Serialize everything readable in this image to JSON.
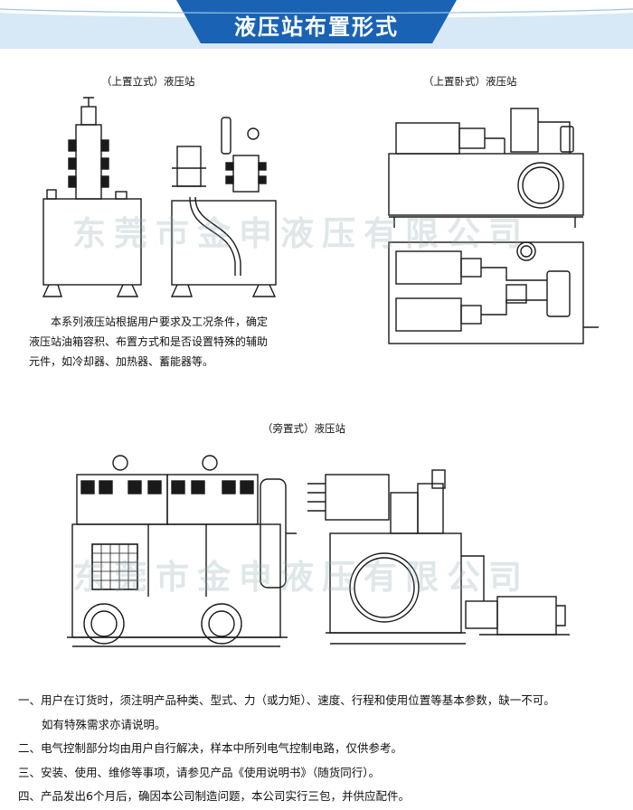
{
  "header": {
    "title": "液压站布置形式"
  },
  "captions": {
    "upright": "（上置立式）液压站",
    "horizontal": "（上置卧式）液压站",
    "side": "（旁置式）液压站"
  },
  "intro": [
    "本系列液压站根据用户要求及工况条件，确定",
    "液压站油箱容积、布置方式和是否设置特殊的辅助",
    "元件，如冷却器、加热器、蓄能器等。"
  ],
  "watermark": "东莞市金申液压有限公司",
  "notes": [
    {
      "num": "一、",
      "text": "用户在订货时，须注明产品种类、型式、力（或力矩）、速度、行程和使用位置等基本参数，缺一不可。",
      "cont": "如有特殊需求亦请说明。"
    },
    {
      "num": "二、",
      "text": "电气控制部分均由用户自行解决，样本中所列电气控制电路，仅供参考。"
    },
    {
      "num": "三、",
      "text": "安装、使用、维修等事项，请参见产品《使用说明书》（随货同行）。"
    },
    {
      "num": "四、",
      "text": "产品发出6个月后，确因本公司制造问题，本公司实行三包，并供应配件。"
    }
  ],
  "colors": {
    "banner": "#1a63b4",
    "banner_light": "#d7e8f7",
    "watermark": "#8caaaf"
  }
}
